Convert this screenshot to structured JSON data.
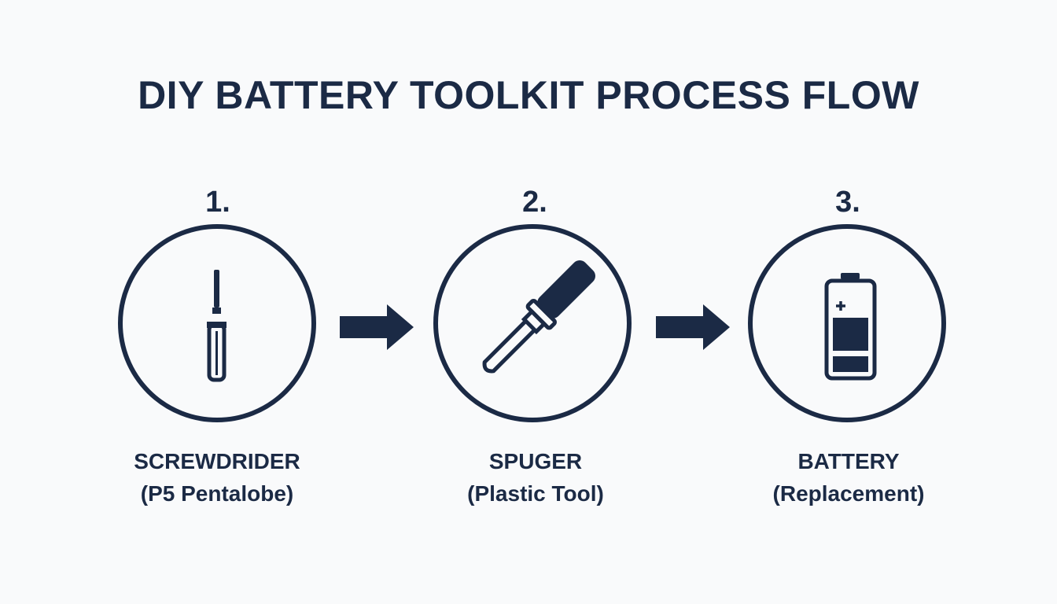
{
  "title": "DIY BATTERY TOOLKIT PROCESS FLOW",
  "colors": {
    "ink": "#1b2a45",
    "background": "#f9fafb"
  },
  "steps": [
    {
      "number": "1.",
      "name": "SCREWDRIDER",
      "detail": "(P5 Pentalobe)",
      "icon": "screwdriver-icon"
    },
    {
      "number": "2.",
      "name": "SPUGER",
      "detail": "(Plastic Tool)",
      "icon": "spudger-icon"
    },
    {
      "number": "3.",
      "name": "BATTERY",
      "detail": "(Replacement)",
      "icon": "battery-icon"
    }
  ]
}
